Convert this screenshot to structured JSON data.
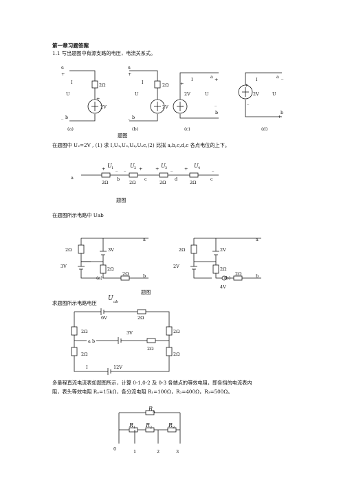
{
  "heading": "第一章习题答案",
  "q1": "1.1  写出题图中有源支路的电压，电流关系式。",
  "fig1": {
    "a": "a",
    "b": "b",
    "I": "I",
    "U": "U",
    "R": "2Ω",
    "E": "2V",
    "plus": "+",
    "minus": "_",
    "caps": [
      "(a)",
      "(b)",
      "(c)",
      "(d)"
    ]
  },
  "fig_caption": "题图",
  "q2": "在题图中 U₂=2V , (1) 求  I,U₁,U₃,U₄,Uₐc,(2) 比拟 a,b,c,d,c  各点电位的上下。",
  "fig2": {
    "nodes": [
      "a",
      "b",
      "c",
      "d",
      "c"
    ],
    "R": "2Ω",
    "U": [
      "U",
      "U",
      "U",
      "U"
    ],
    "sub": [
      "1",
      "2",
      "3",
      "4"
    ]
  },
  "q3": "在题图所示电路中 Uab",
  "fig3": {
    "R": "2Ω",
    "E1": "3V",
    "E2": "3V",
    "E3": "2V",
    "E4": "2V",
    "E5": "4V",
    "a": "a",
    "b": "b",
    "capa": "(a)",
    "capb": "(b)"
  },
  "q4": "求题图所示电路电压",
  "q4_sym": "U",
  "q4_sub": "ab",
  "fig4": {
    "E1": "6V",
    "E2": "3V",
    "E3": "12V",
    "R": "2Ω",
    "I": "I",
    "ab": "a  b"
  },
  "q5_line1": "多量程直流电流表如题图所示，计算 0-1,0-2 及 0-3 各端点的等效电阻，即各挡的电流表内",
  "q5_line2": "阻，表头等效电阻 Rₐ=15kΩ，各分流电阻 R₁=100Ω，R₂=400Ω，R₃=500Ω。",
  "fig5": {
    "RA": "R",
    "RA_sub": "A",
    "R1": "R",
    "R1_sub": "1",
    "R2": "R",
    "R2_sub": "2",
    "R3": "R",
    "R3_sub": "3",
    "terminals": [
      "0",
      "1",
      "2",
      "3"
    ]
  }
}
